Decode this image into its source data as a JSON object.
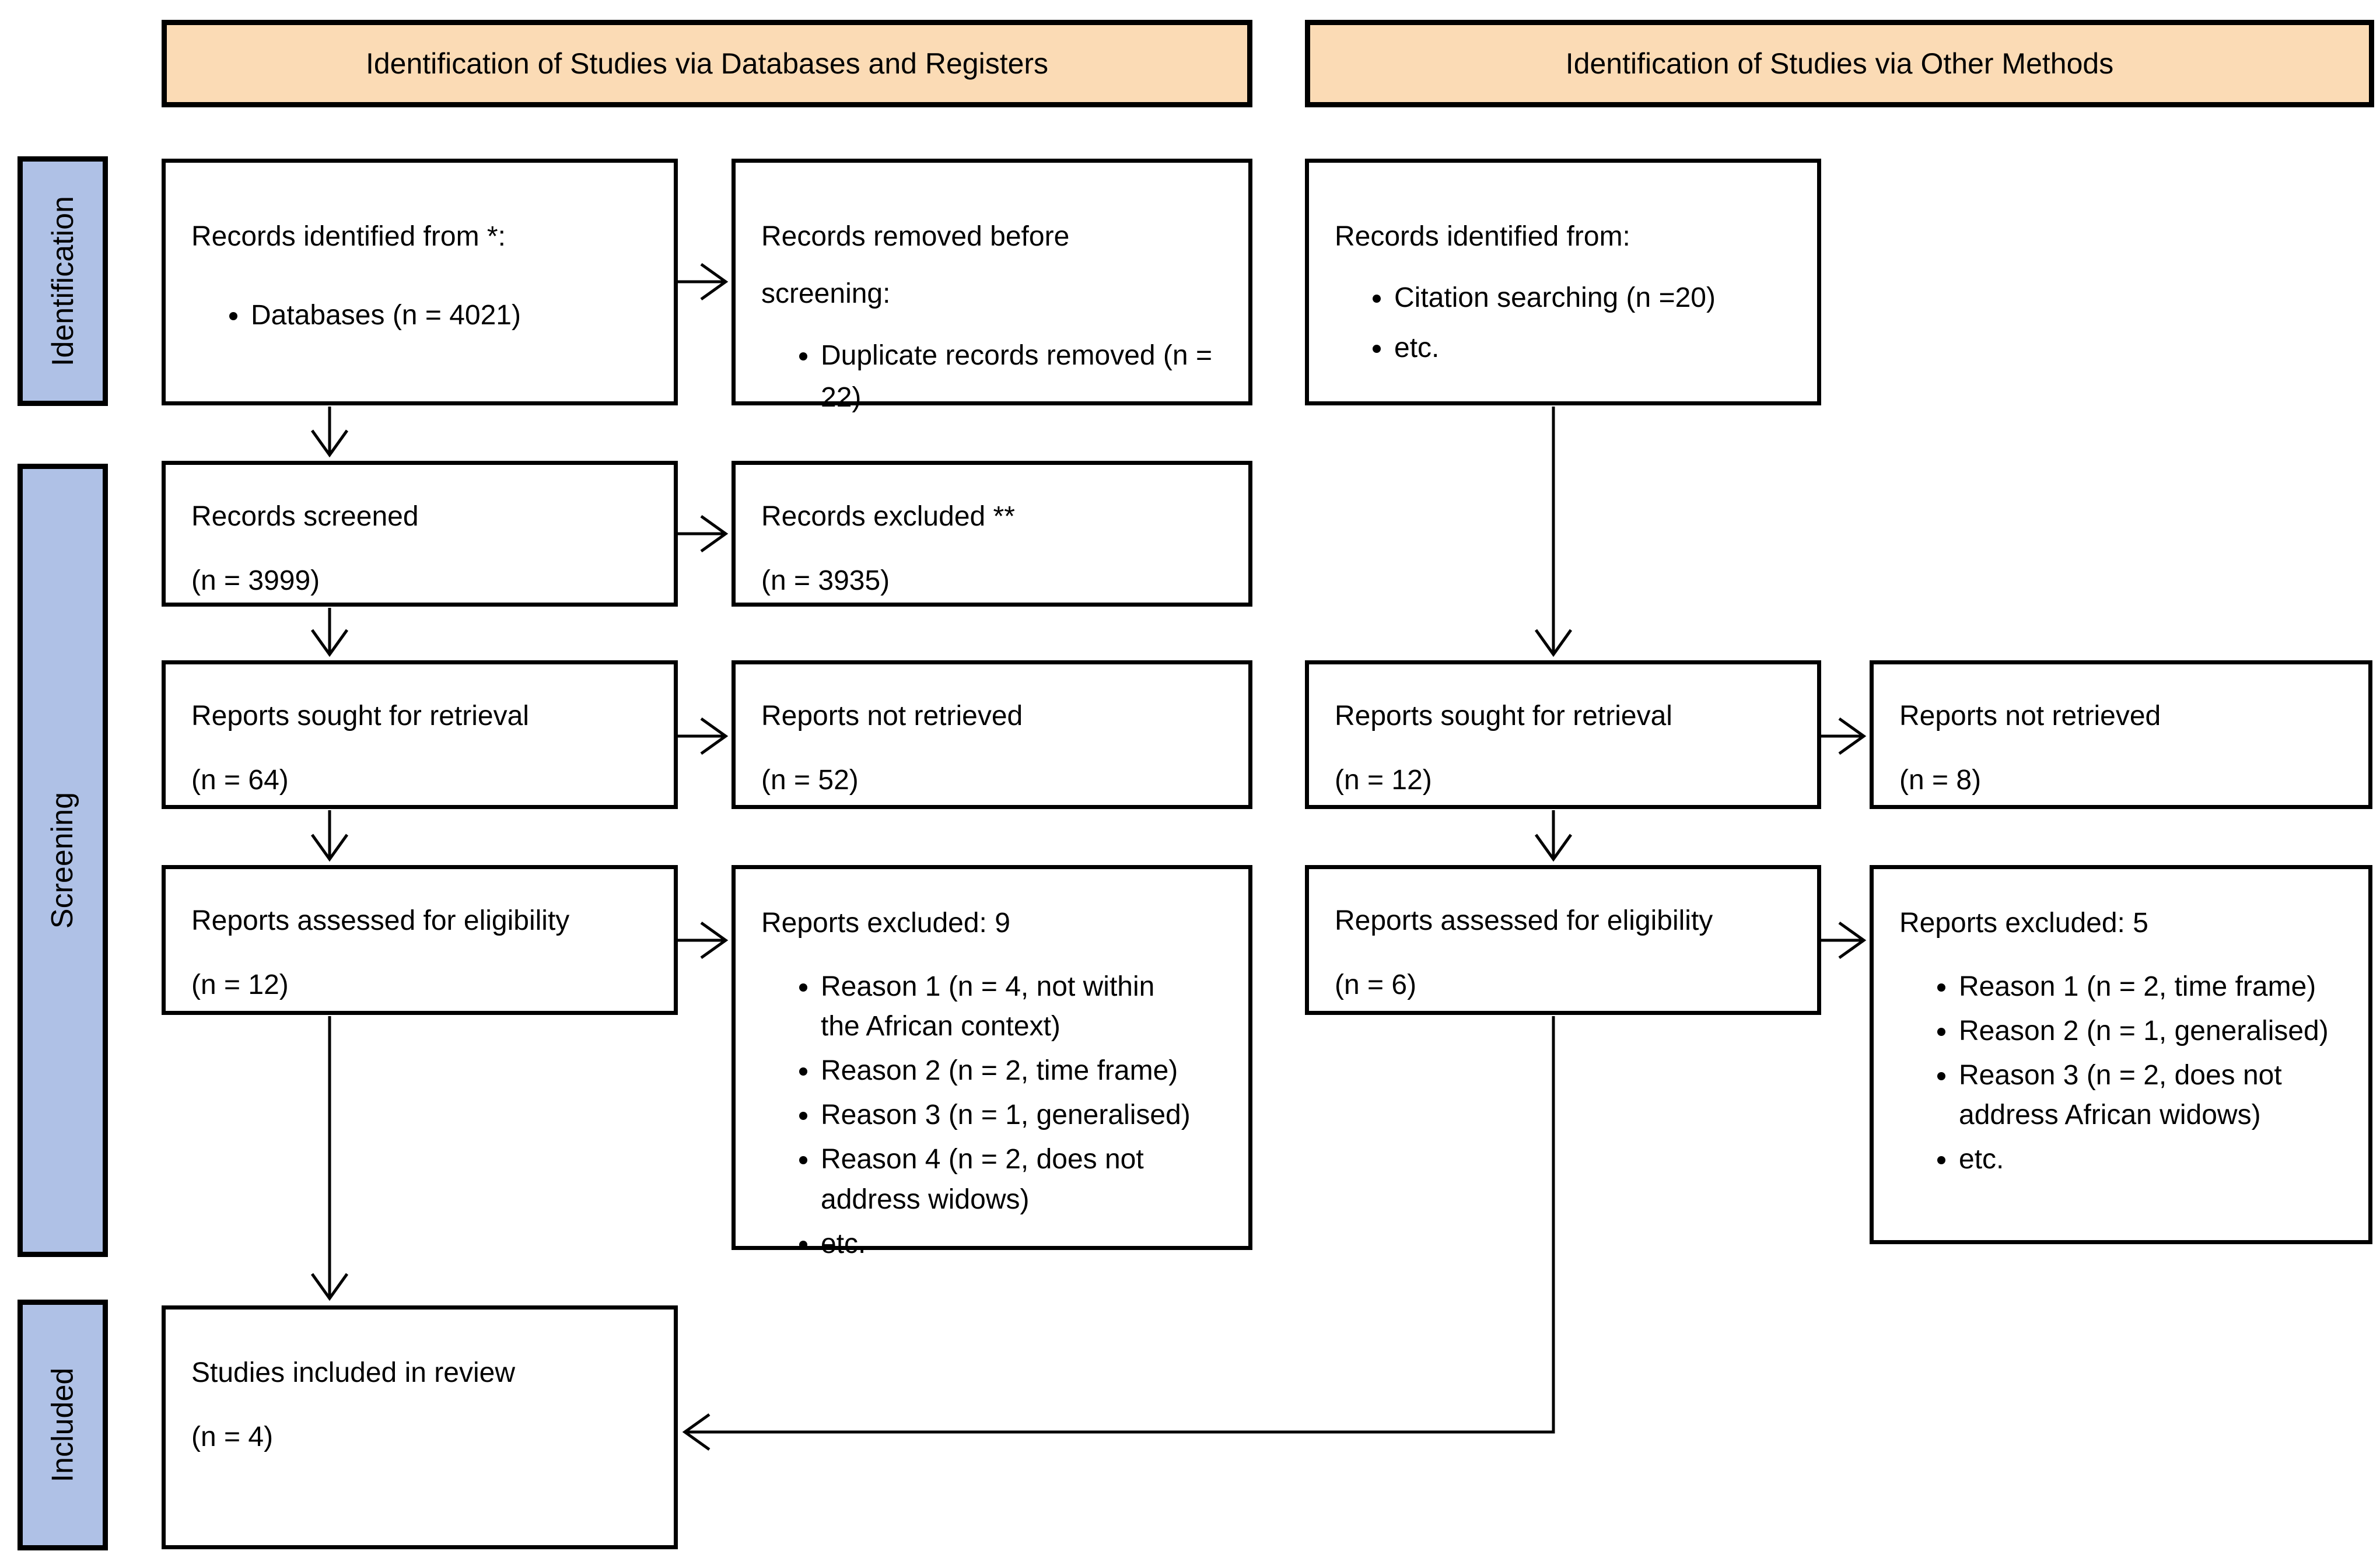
{
  "diagram": {
    "title": "PRISMA flow diagram",
    "headers": {
      "databases": "Identification of Studies via Databases and Registers",
      "other": "Identification of Studies via Other Methods"
    },
    "stages": {
      "identification": "Identification",
      "screening": "Screening",
      "included": "Included"
    },
    "colors": {
      "header_fill": "#fbdbb5",
      "stage_fill": "#afc1e6",
      "box_fill": "#ffffff",
      "border": "#000000"
    }
  },
  "boxes": {
    "db_identified": {
      "title": "Records identified from *:",
      "bullets": [
        "Databases (n = 4021)"
      ]
    },
    "db_removed": {
      "title": "Records removed before screening:",
      "bullets": [
        "Duplicate records removed (n = 22)"
      ]
    },
    "db_screened": {
      "title": "Records screened",
      "count": "(n = 3999)"
    },
    "db_excluded": {
      "title": "Records excluded **",
      "count": "(n = 3935)"
    },
    "db_sought": {
      "title": "Reports sought for retrieval",
      "count": "(n = 64)"
    },
    "db_not_retrieved": {
      "title": "Reports not retrieved",
      "count": "(n = 52)"
    },
    "db_assessed": {
      "title": "Reports assessed for eligibility",
      "count": "(n = 12)"
    },
    "db_reports_excluded": {
      "title": "Reports excluded: 9",
      "bullets": [
        "Reason 1 (n = 4, not within the African context)",
        "Reason 2 (n = 2, time frame)",
        "Reason 3 (n = 1, generalised)",
        "Reason 4 (n = 2, does not address widows)",
        "etc."
      ]
    },
    "included_studies": {
      "title": "Studies included in review",
      "count": "(n = 4)"
    },
    "other_identified": {
      "title": "Records identified from:",
      "bullets": [
        "Citation searching (n =20)",
        "etc."
      ]
    },
    "other_sought": {
      "title": "Reports sought for retrieval",
      "count": "(n = 12)"
    },
    "other_not_retrieved": {
      "title": "Reports not retrieved",
      "count": "(n = 8)"
    },
    "other_assessed": {
      "title": "Reports assessed for eligibility",
      "count": "(n = 6)"
    },
    "other_reports_excluded": {
      "title": "Reports excluded: 5",
      "bullets": [
        "Reason 1 (n = 2, time frame)",
        "Reason 2 (n = 1, generalised)",
        "Reason 3 (n = 2, does not address African widows)",
        "etc."
      ]
    }
  }
}
